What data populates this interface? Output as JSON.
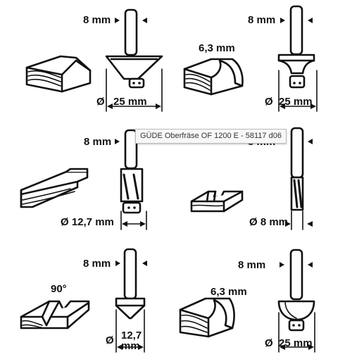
{
  "tooltip": "GÜDE Oberfräse OF 1200 E - 58117 d06",
  "bits": [
    {
      "shank": "8 mm",
      "diameter_symbol": "Ø",
      "diameter": "25 mm"
    },
    {
      "shank": "8 mm",
      "extra": "6,3 mm",
      "diameter_symbol": "Ø",
      "diameter": "25 mm"
    },
    {
      "shank": "8 mm",
      "diameter": "Ø 12,7 mm"
    },
    {
      "shank": "8 mm",
      "diameter": "Ø 8 mm"
    },
    {
      "shank": "8 mm",
      "extra": "90°",
      "diameter_symbol": "Ø",
      "diameter_line1": "12,7",
      "diameter_line2": "mm"
    },
    {
      "shank": "8 mm",
      "extra": "6,3 mm",
      "diameter_symbol": "Ø",
      "diameter": "25 mm"
    }
  ]
}
